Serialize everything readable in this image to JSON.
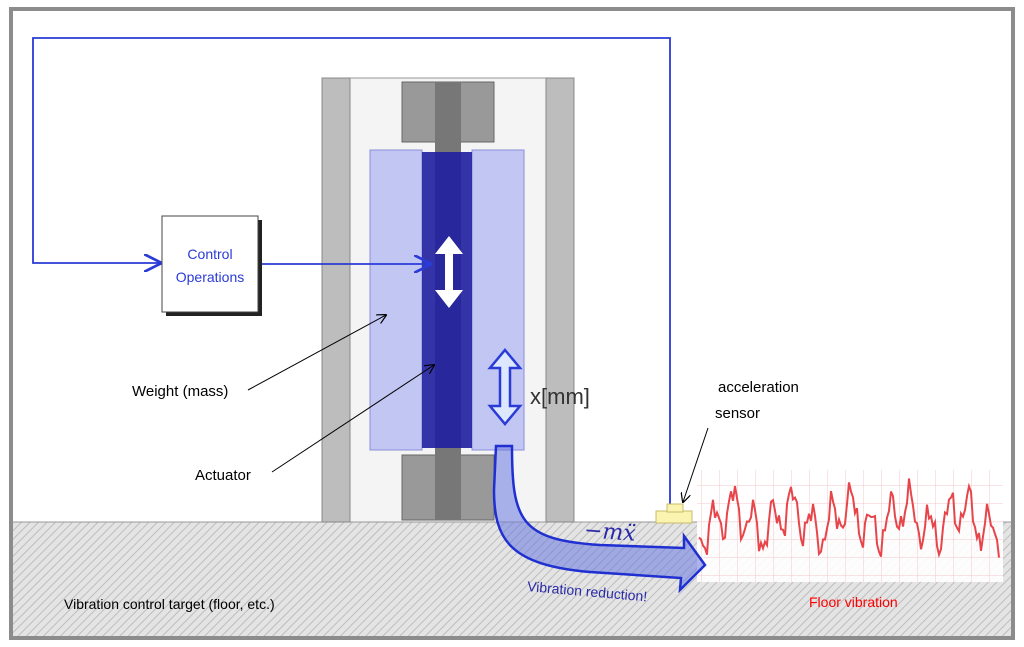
{
  "labels": {
    "control_operations": [
      "Control",
      "Operations"
    ],
    "weight": "Weight (mass)",
    "actuator": "Actuator",
    "displacement": "x[mm]",
    "sensor": [
      "acceleration",
      "sensor"
    ],
    "force": "−mẍ",
    "vibration_reduction": "Vibration reduction!",
    "target": "Vibration control target (floor, etc.)",
    "floor_vibration": "Floor vibration"
  },
  "colors": {
    "signal_line": "#2a3bd6",
    "mass": "#b9bdf2",
    "actuator": "#1f1fa0",
    "floor_wave": "#e8454a",
    "floor_label": "#ff0000",
    "reduction_text": "#2a2aa8"
  }
}
